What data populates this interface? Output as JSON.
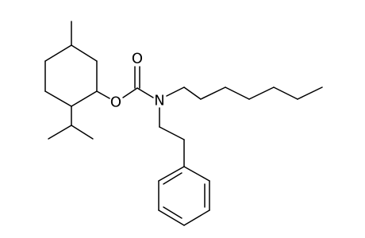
{
  "structure": {
    "atoms": {
      "carbonyl_oxygen": "O",
      "ester_oxygen": "O",
      "nitrogen": "N"
    },
    "line_color": "#000000",
    "background_color": "#ffffff"
  }
}
